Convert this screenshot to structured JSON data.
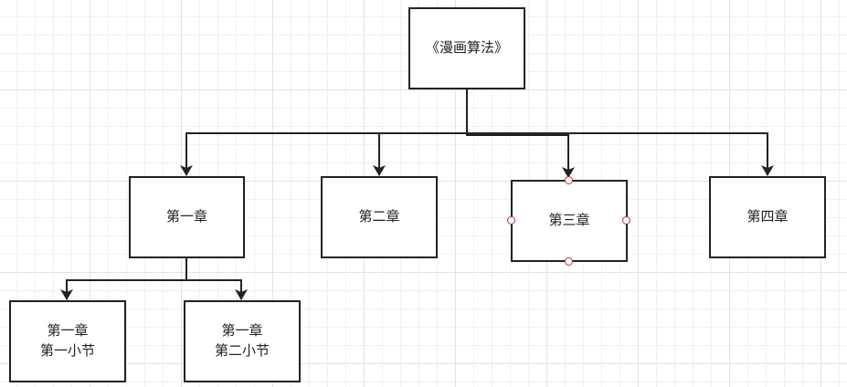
{
  "diagram": {
    "nodes": [
      {
        "id": "root",
        "label": "《漫画算法》"
      },
      {
        "id": "ch1",
        "label": "第一章"
      },
      {
        "id": "ch2",
        "label": "第二章"
      },
      {
        "id": "ch3",
        "label": "第三章"
      },
      {
        "id": "ch4",
        "label": "第四章"
      },
      {
        "id": "ch1s1",
        "label": "第一章\n第一小节"
      },
      {
        "id": "ch1s2",
        "label": "第一章\n第二小节"
      }
    ],
    "edges": [
      {
        "from": "root",
        "to": "ch1"
      },
      {
        "from": "root",
        "to": "ch2"
      },
      {
        "from": "root",
        "to": "ch3"
      },
      {
        "from": "root",
        "to": "ch4"
      },
      {
        "from": "ch1",
        "to": "ch1s1"
      },
      {
        "from": "ch1",
        "to": "ch1s2"
      }
    ],
    "selected_node": "ch3",
    "colors": {
      "stroke": "#222222",
      "grid": "#e2e2e2",
      "handle": "#b03a3a"
    }
  }
}
